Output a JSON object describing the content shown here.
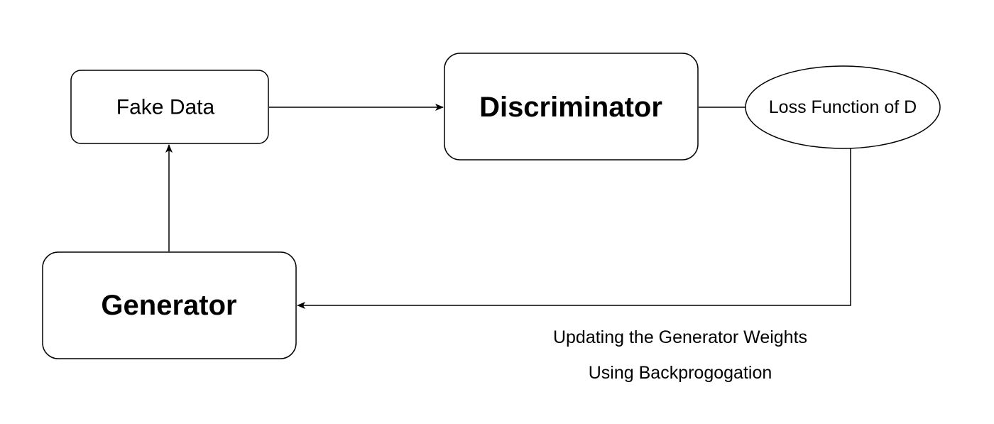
{
  "nodes": {
    "fake_data": "Fake Data",
    "discriminator": "Discriminator",
    "loss_function": "Loss Function of D",
    "generator": "Generator"
  },
  "edge_label": {
    "line1": "Updating the Generator Weights",
    "line2": "Using Backprogogation"
  }
}
